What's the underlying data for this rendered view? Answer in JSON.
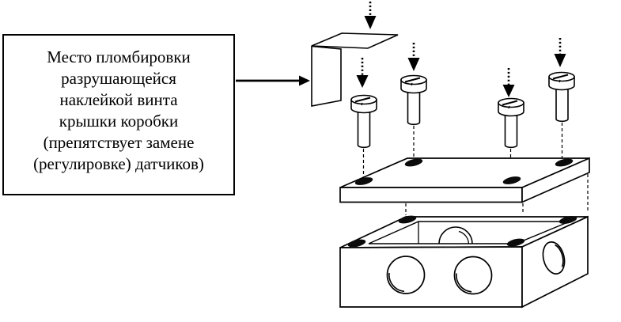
{
  "colors": {
    "ink": "#000000",
    "paper": "#ffffff",
    "hole_fill": "#0b0b0b"
  },
  "label_box": {
    "lines": [
      "Место пломбировки",
      "разрушающейся",
      "наклейкой винта",
      "крышки коробки",
      "(препятствует замене",
      "(регулировке) датчиков)"
    ]
  },
  "diagram": {
    "sticker_icon": "sealing-sticker",
    "screw_icon": "cover-screw",
    "screw_count": 4,
    "dotted_arrow_count": 5,
    "lid_hole_count": 4,
    "body_rim_hole_count": 4,
    "body_front_hole_count": 2,
    "body_side_hole_count": 1
  }
}
